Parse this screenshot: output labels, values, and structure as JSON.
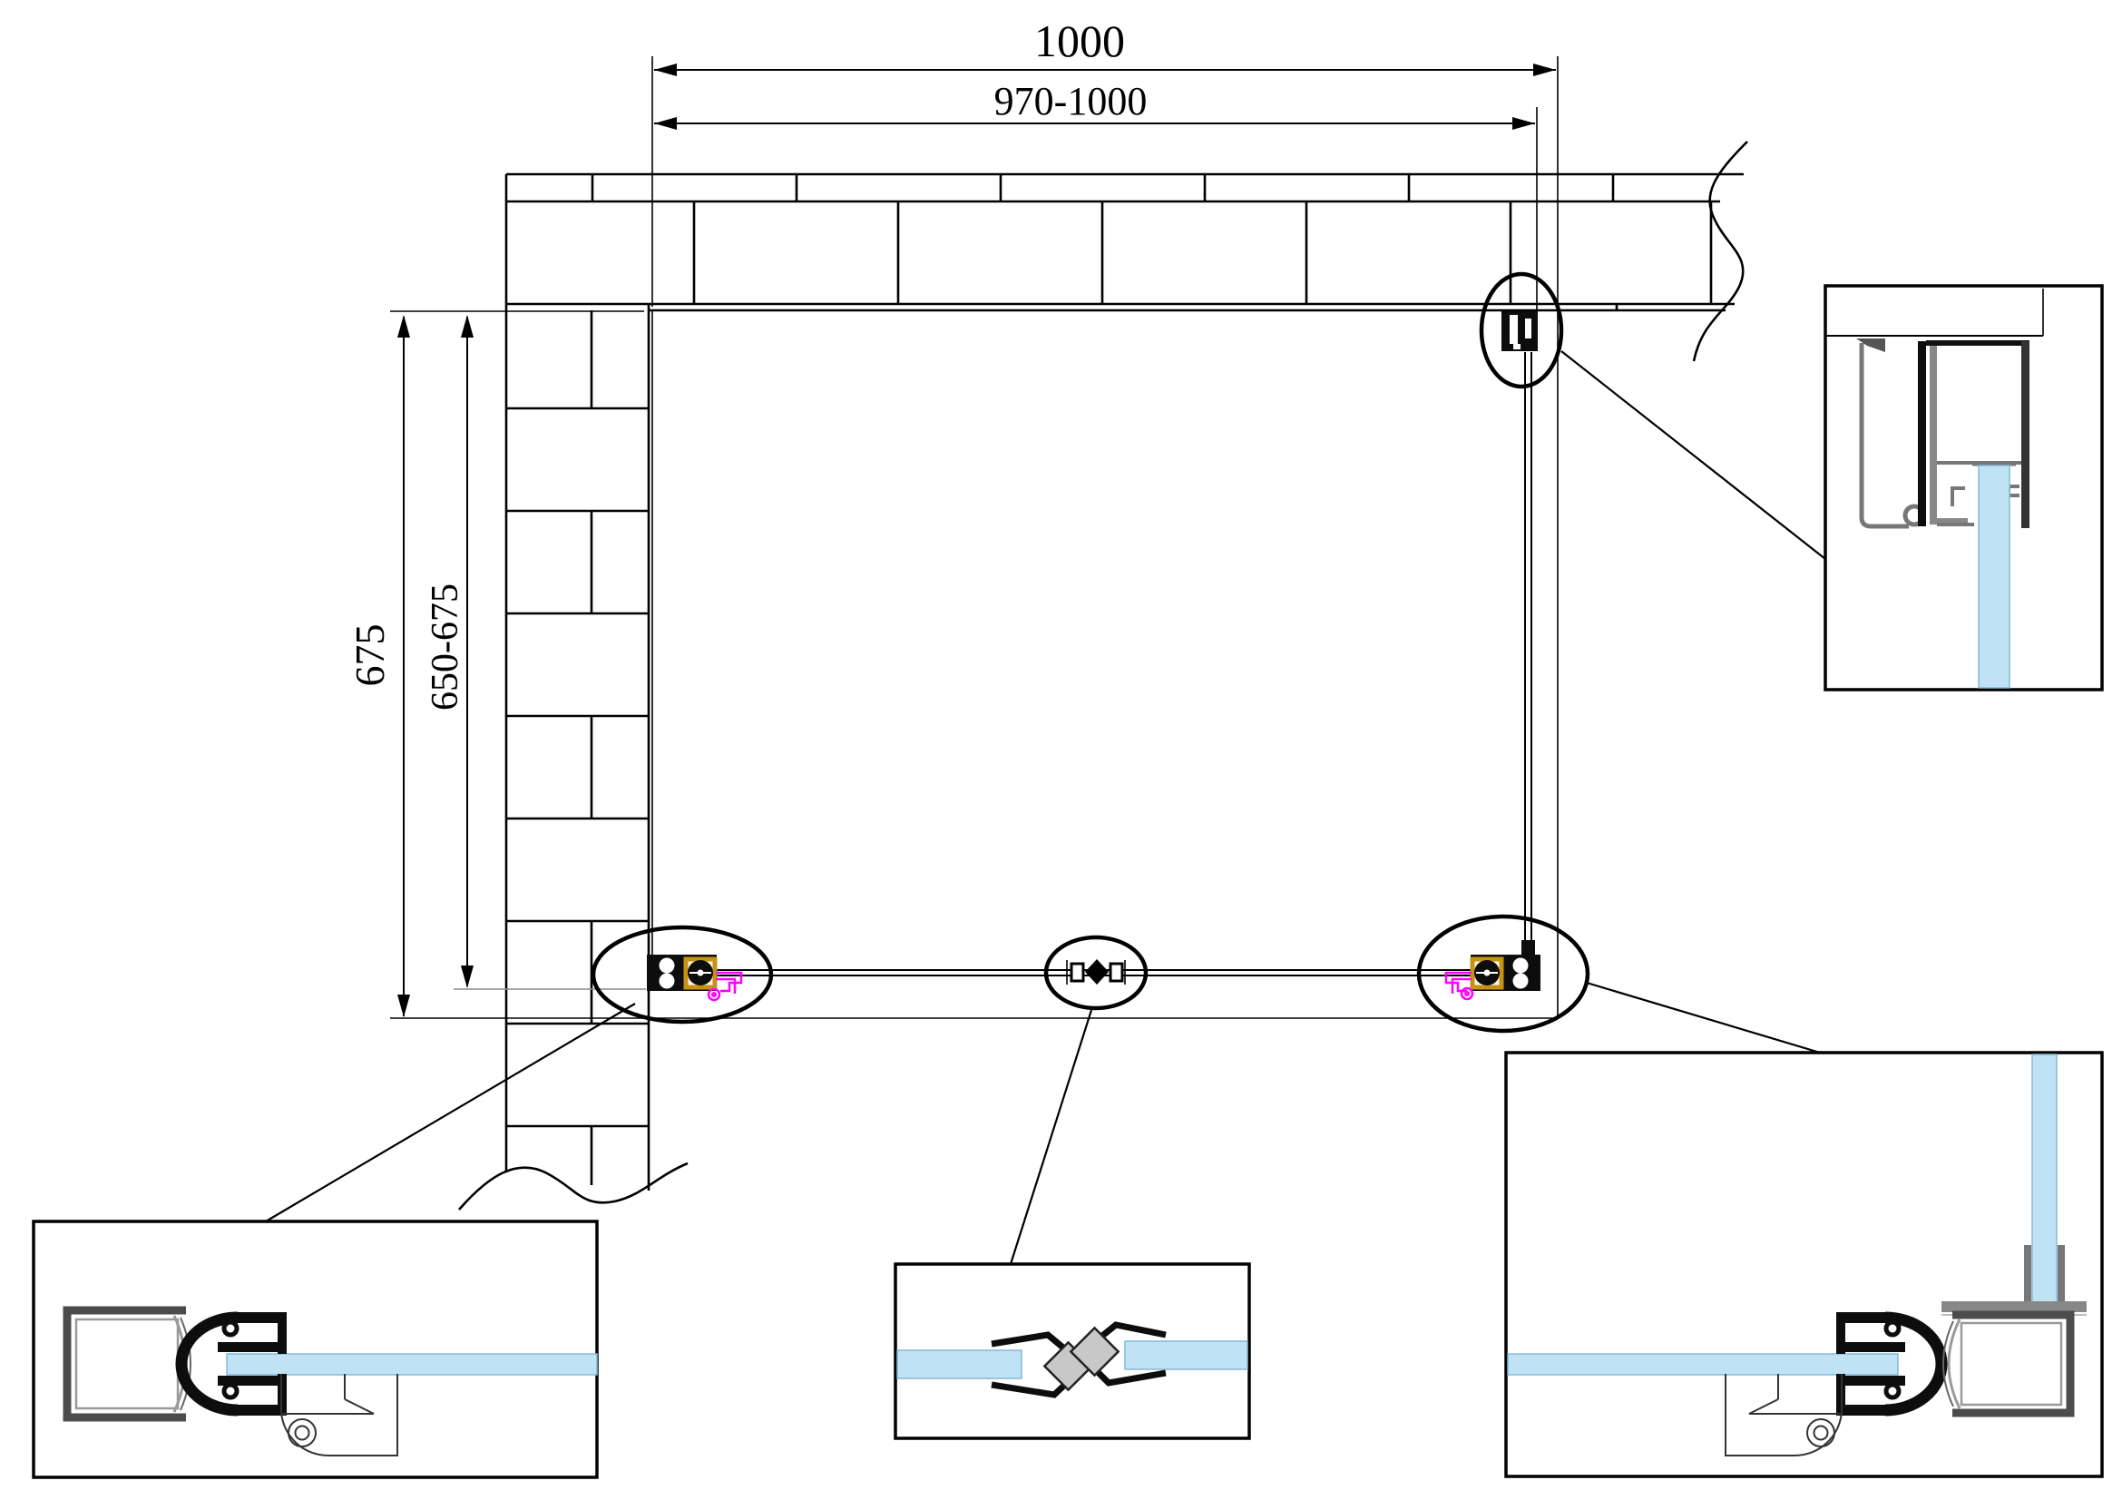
{
  "drawing": {
    "type": "shower-enclosure-installation-plan",
    "dimensions": {
      "width_total": "1000",
      "width_range": "970-1000",
      "depth_total": "675",
      "depth_range": "650-675"
    },
    "colors": {
      "glass": "#bfe2f5",
      "glass_edge": "#86b9d6",
      "magenta": "#ff00ff",
      "gold": "#c69214",
      "magnet_gray": "#c8c8c8"
    }
  }
}
